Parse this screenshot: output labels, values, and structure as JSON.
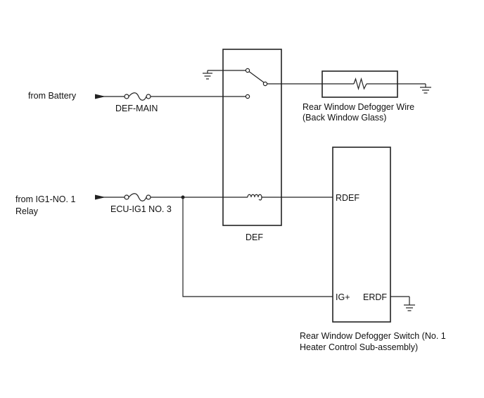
{
  "labels": {
    "from_battery": "from Battery",
    "def_main": "DEF-MAIN",
    "from_ig1_line1": "from IG1-NO. 1",
    "from_ig1_line2": "Relay",
    "ecu_ig1": "ECU-IG1 NO. 3",
    "def_relay": "DEF",
    "wire_line1": "Rear Window Defogger Wire",
    "wire_line2": "(Back Window Glass)",
    "switch_line1": "Rear Window Defogger Switch (No. 1",
    "switch_line2": "Heater Control Sub-assembly)",
    "pin_rdef": "RDEF",
    "pin_ig": "IG+",
    "pin_erdf": "ERDF"
  }
}
